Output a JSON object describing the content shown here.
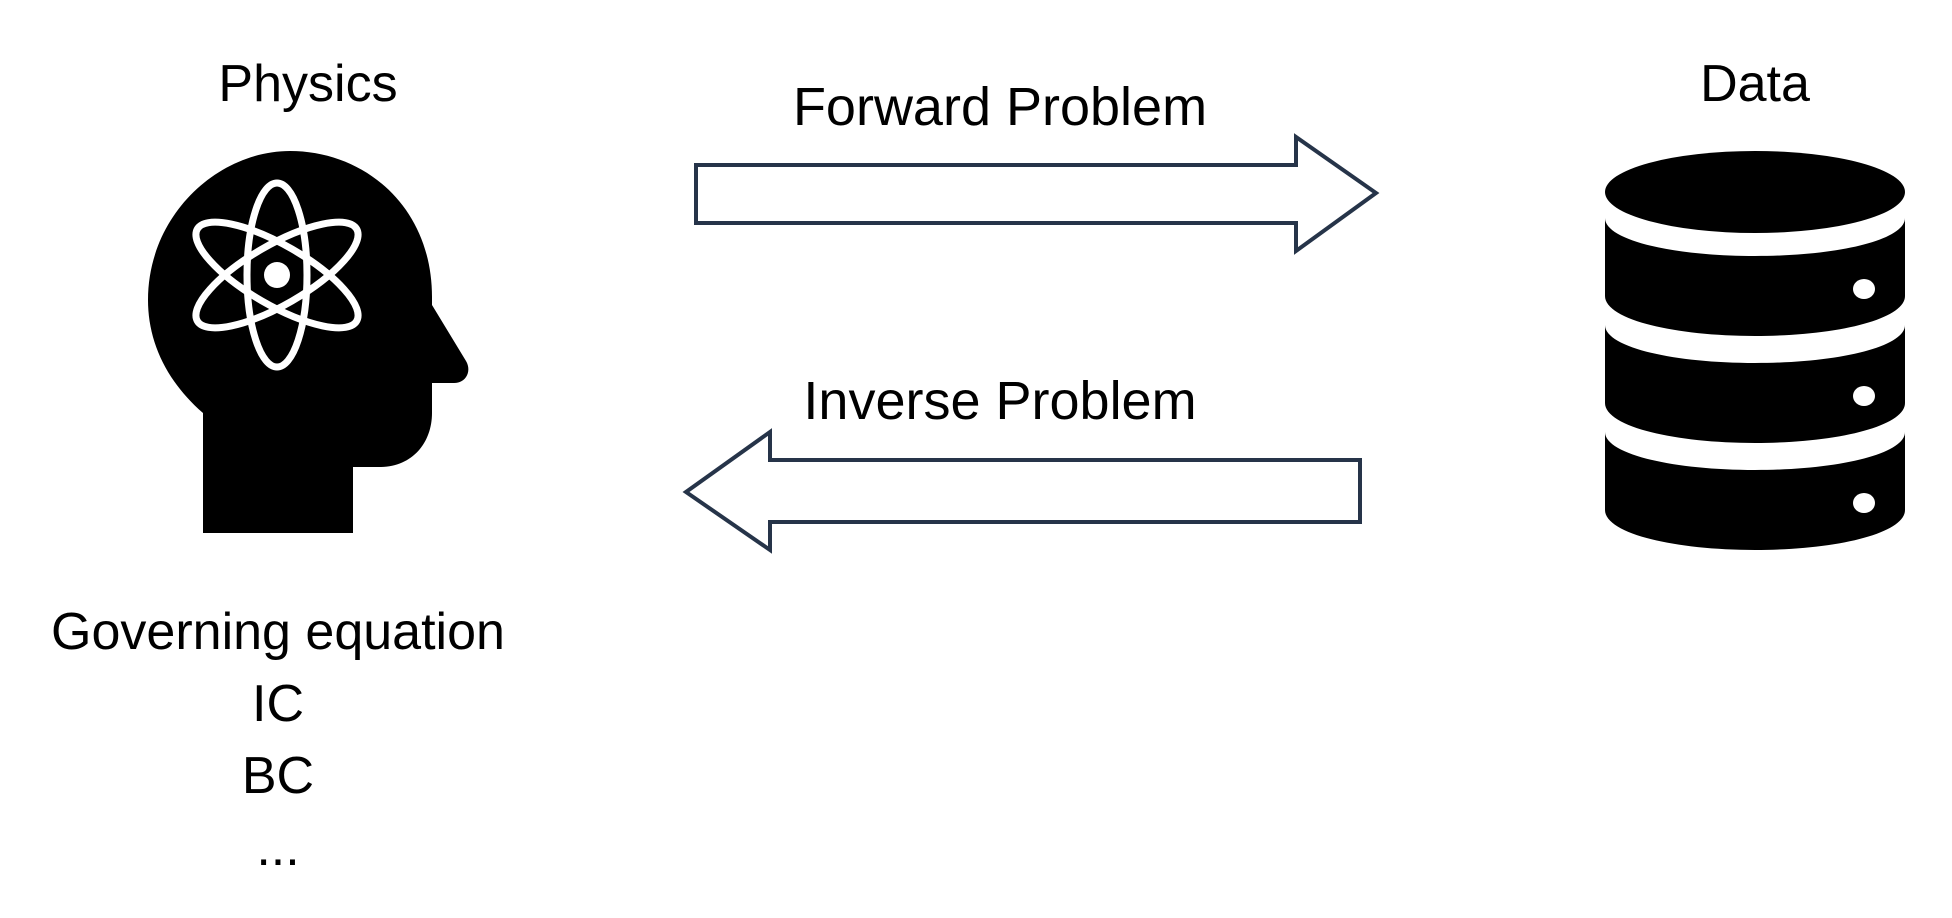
{
  "physics": {
    "title": "Physics",
    "icon": "physics-head-icon",
    "items": [
      "Governing equation",
      "IC",
      "BC",
      "..."
    ]
  },
  "data": {
    "title": "Data",
    "icon": "database-icon"
  },
  "forward": {
    "label": "Forward Problem",
    "icon": "arrow-right-icon"
  },
  "inverse": {
    "label": "Inverse Problem",
    "icon": "arrow-left-icon"
  },
  "colors": {
    "arrow_stroke": "#263449",
    "icon_fill": "#000000",
    "background": "#ffffff"
  }
}
